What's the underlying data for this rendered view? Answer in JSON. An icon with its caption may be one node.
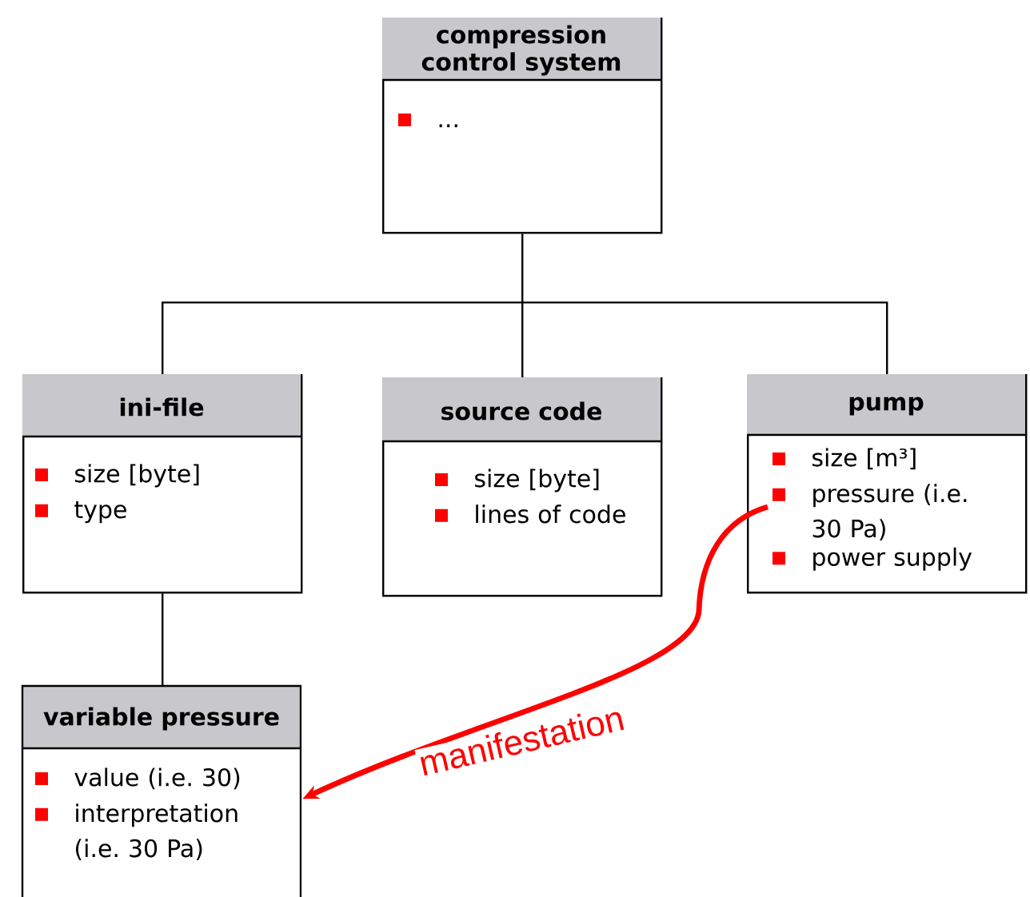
{
  "diagram": {
    "nodes": [
      {
        "text": [
          "compression control system",
          "..."
        ]
      },
      {
        "text": [
          "ini-file",
          "size [byte]",
          "type"
        ]
      },
      {
        "text": [
          "source code",
          "size [byte]",
          "lines of code"
        ]
      },
      {
        "text": [
          "pump",
          "size [m³]",
          "pressure (i.e. 30 Pa)",
          "power supply"
        ]
      },
      {
        "text": [
          "variable pressure",
          "value (i.e. 30)",
          "interpretation (i.e. 30 Pa)"
        ]
      }
    ],
    "edges": [
      {
        "from": 0,
        "to": 1,
        "arrow": "none"
      },
      {
        "from": 0,
        "to": 2,
        "arrow": "none"
      },
      {
        "from": 0,
        "to": 3,
        "arrow": "none"
      },
      {
        "from": 1,
        "to": 4,
        "arrow": "none"
      },
      {
        "from": 3,
        "to": 4,
        "arrow": "to",
        "label": "manifestation",
        "style": "thick",
        "color": "#ff0000"
      }
    ]
  }
}
